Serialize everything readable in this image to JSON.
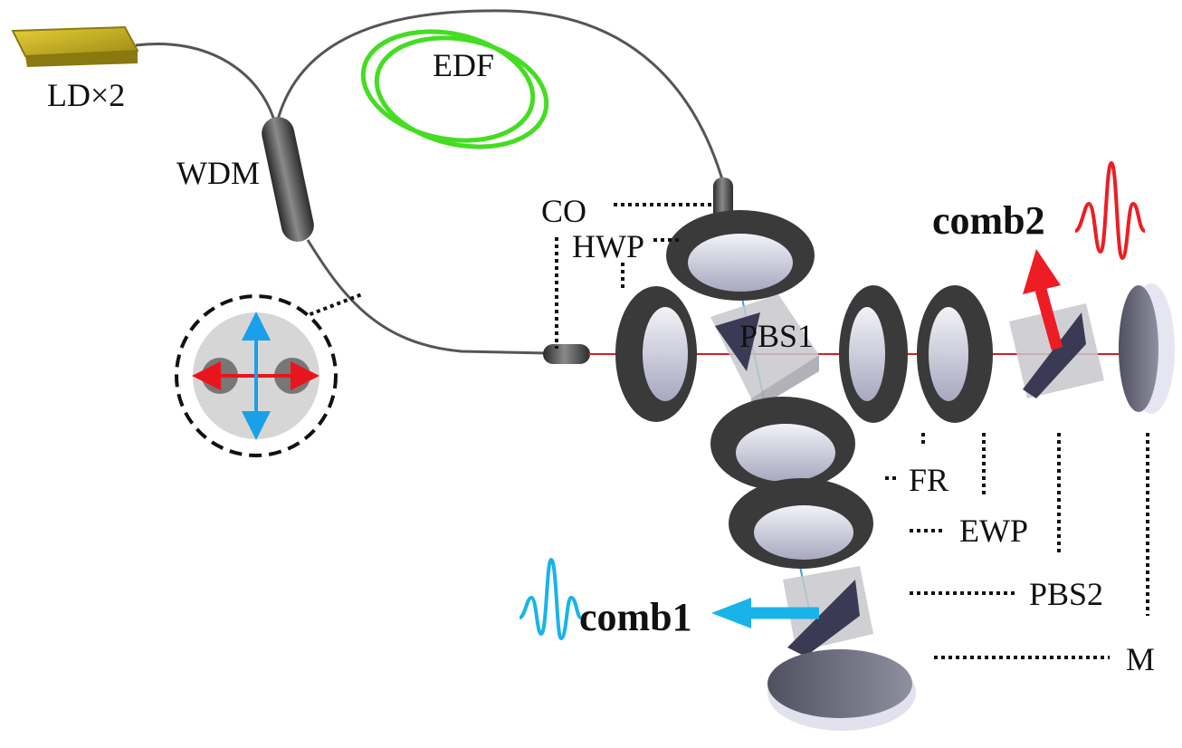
{
  "labels": {
    "ld": "LD×2",
    "edf": "EDF",
    "wdm": "WDM",
    "co": "CO",
    "hwp": "HWP",
    "pbs1": "PBS1",
    "fr": "FR",
    "ewp": "EWP",
    "pbs2": "PBS2",
    "m": "M",
    "comb1": "comb1",
    "comb2": "comb2"
  },
  "colors": {
    "fiber": "#555555",
    "edf_coil": "#44dd22",
    "ld": "#c8b020",
    "ring_dark": "#3a3a3a",
    "ring_lens": "#dcdce8",
    "cube": "#c8c8cc",
    "cube_diag": "#3a3a55",
    "comb1_arrow": "#19b3ea",
    "comb2_arrow": "#ee1c24",
    "pol_red": "#e8161c",
    "pol_blue": "#19a0e8",
    "beam_blue": "#3aa0d8",
    "beam_red": "#cc2222"
  },
  "icons": {
    "laser_diode": "ld-icon",
    "pulse1": "pulse-icon",
    "pulse2": "pulse-icon"
  }
}
